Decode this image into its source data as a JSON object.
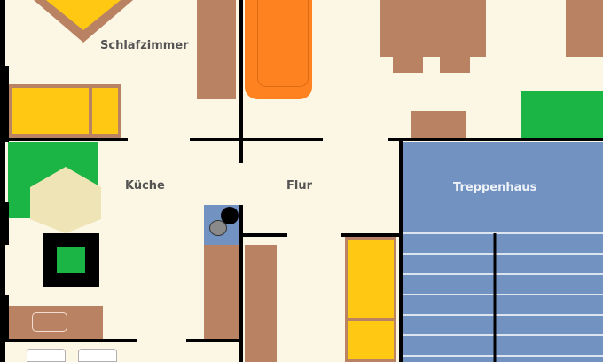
{
  "rooms": {
    "schlafzimmer": "Schlafzimmer",
    "kueche": "Küche",
    "flur": "Flur",
    "treppenhaus": "Treppenhaus"
  },
  "colors": {
    "floor": "#fcf6e4",
    "wall": "#000000",
    "furniture_brown": "#b98363",
    "bed_yellow": "#ffc913",
    "sofa_orange": "#ff8221",
    "plant_green": "#1bb545",
    "stair_blue": "#7292c2",
    "table_cream": "#efe4b5"
  },
  "furniture": {
    "top_left_lamp": "lamp-icon",
    "stove": "stove-icon",
    "sink": "sink-icon",
    "toilet": "toilet-icon"
  }
}
